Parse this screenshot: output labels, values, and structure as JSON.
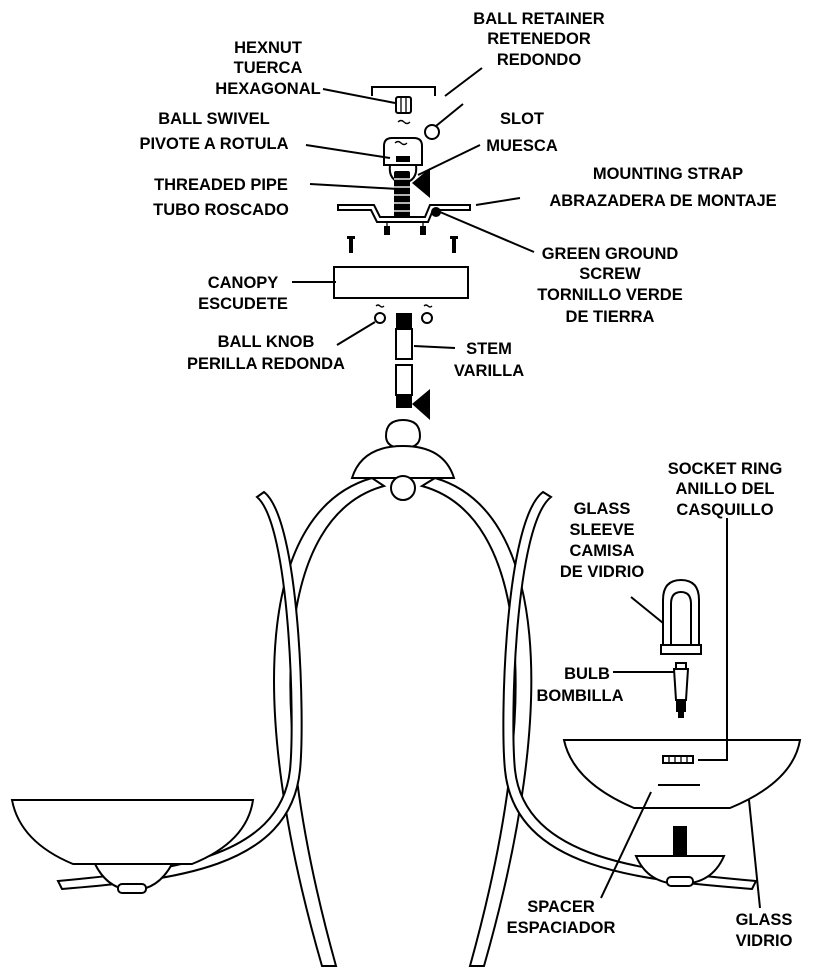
{
  "labels": {
    "ball_retainer": [
      "BALL RETAINER",
      "RETENEDOR",
      "REDONDO"
    ],
    "hexnut": [
      "HEXNUT",
      "TUERCA",
      "HEXAGONAL"
    ],
    "ball_swivel": [
      "BALL SWIVEL",
      "PIVOTE A ROTULA"
    ],
    "slot": [
      "SLOT",
      "MUESCA"
    ],
    "mounting_strap": [
      "MOUNTING STRAP",
      "ABRAZADERA DE MONTAJE"
    ],
    "threaded_pipe": [
      "THREADED PIPE",
      "TUBO ROSCADO"
    ],
    "green_ground_screw": [
      "GREEN GROUND",
      "SCREW",
      "TORNILLO VERDE",
      "DE TIERRA"
    ],
    "canopy": [
      "CANOPY",
      "ESCUDETE"
    ],
    "ball_knob": [
      "BALL KNOB",
      "PERILLA REDONDA"
    ],
    "stem": [
      "STEM",
      "VARILLA"
    ],
    "socket_ring": [
      "SOCKET RING",
      "ANILLO DEL",
      "CASQUILLO"
    ],
    "glass_sleeve": [
      "GLASS",
      "SLEEVE",
      "CAMISA",
      "DE VIDRIO"
    ],
    "bulb": [
      "BULB",
      "BOMBILLA"
    ],
    "spacer": [
      "SPACER",
      "ESPACIADOR"
    ],
    "glass": [
      "GLASS",
      "VIDRIO"
    ]
  }
}
